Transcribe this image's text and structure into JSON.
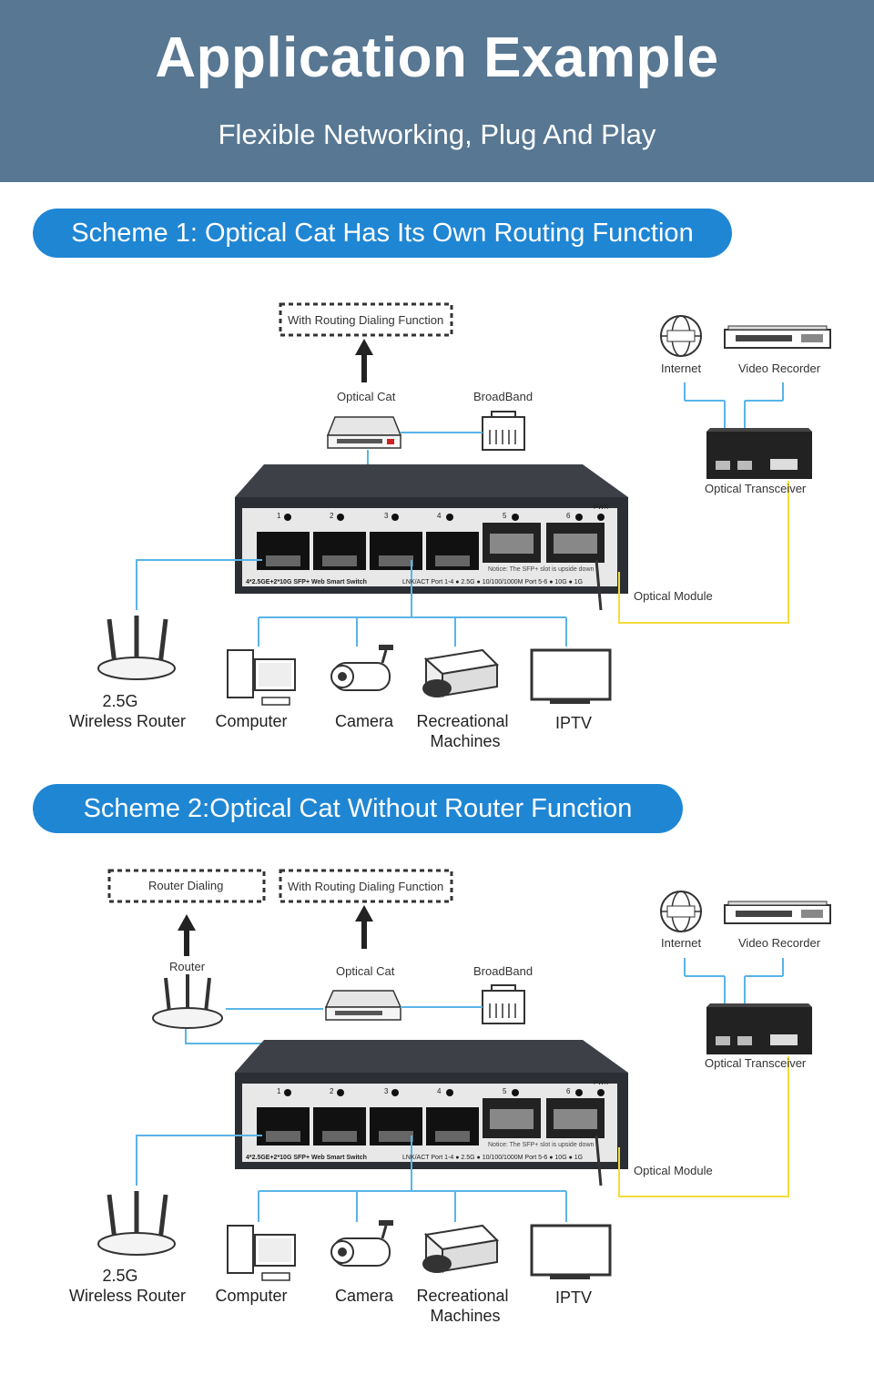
{
  "header": {
    "title": "Application Example",
    "subtitle": "Flexible Networking, Plug And Play"
  },
  "colors": {
    "header_bg": "#577793",
    "pill_bg": "#1f86d4",
    "link_blue": "#5ab4e8",
    "link_yellow": "#f2dc3a"
  },
  "scheme1": {
    "title": "Scheme 1: Optical Cat Has Its Own Routing Function",
    "dialing_box": "With Routing Dialing Function",
    "optical_cat": "Optical Cat",
    "broadband": "BroadBand",
    "internet": "Internet",
    "video_recorder": "Video Recorder",
    "optical_transceiver": "Optical Transceiver",
    "optical_module": "Optical Module",
    "router_speed": "2.5G",
    "wireless_router": "Wireless Router",
    "computer": "Computer",
    "camera": "Camera",
    "recreational_1": "Recreational",
    "recreational_2": "Machines",
    "iptv": "IPTV"
  },
  "scheme2": {
    "title": "Scheme 2:Optical Cat Without Router Function",
    "router_dialing_box": "Router Dialing",
    "dialing_box": "With Routing Dialing Function",
    "router": "Router",
    "optical_cat": "Optical Cat",
    "broadband": "BroadBand",
    "internet": "Internet",
    "video_recorder": "Video Recorder",
    "optical_transceiver": "Optical Transceiver",
    "optical_module": "Optical Module",
    "router_speed": "2.5G",
    "wireless_router": "Wireless Router",
    "computer": "Computer",
    "camera": "Camera",
    "recreational_1": "Recreational",
    "recreational_2": "Machines",
    "iptv": "IPTV"
  },
  "switch": {
    "ports": [
      "1",
      "2",
      "3",
      "4",
      "5",
      "6"
    ],
    "pwr": "PWR",
    "model": "4*2.5GE+2*10G SFP+ Web Smart Switch",
    "legend": "LNK/ACT  Port 1-4 ● 2.5G ● 10/100/1000M   Port 5-6 ● 10G ● 1G",
    "notice": "Notice: The SFP+ slot is upside down"
  },
  "icons": [
    "internet-globe-icon",
    "video-recorder-icon",
    "optical-transceiver-icon",
    "optical-cat-icon",
    "rj45-port-icon",
    "wireless-router-icon",
    "computer-icon",
    "camera-icon",
    "game-console-icon",
    "tv-icon",
    "arrow-up-icon"
  ]
}
